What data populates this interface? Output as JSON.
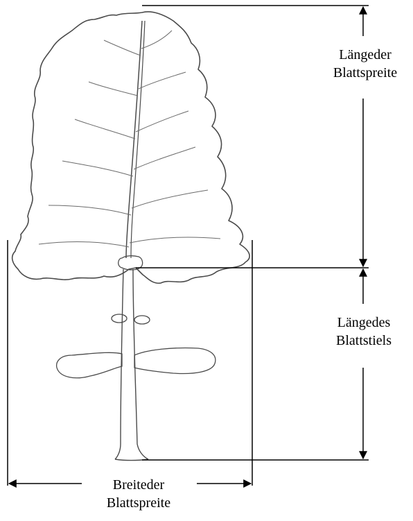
{
  "labels": {
    "blade_length": {
      "line1": "Längeder",
      "line2": "Blattspreite"
    },
    "petiole_length": {
      "line1": "Längedes",
      "line2": "Blattstiels"
    },
    "blade_width": {
      "line1": "Breiteder",
      "line2": "Blattspreite"
    }
  },
  "colors": {
    "ink": "#000000",
    "leaf_outline": "#4a4a4a",
    "vein": "#6a6a6a",
    "background": "#ffffff"
  }
}
